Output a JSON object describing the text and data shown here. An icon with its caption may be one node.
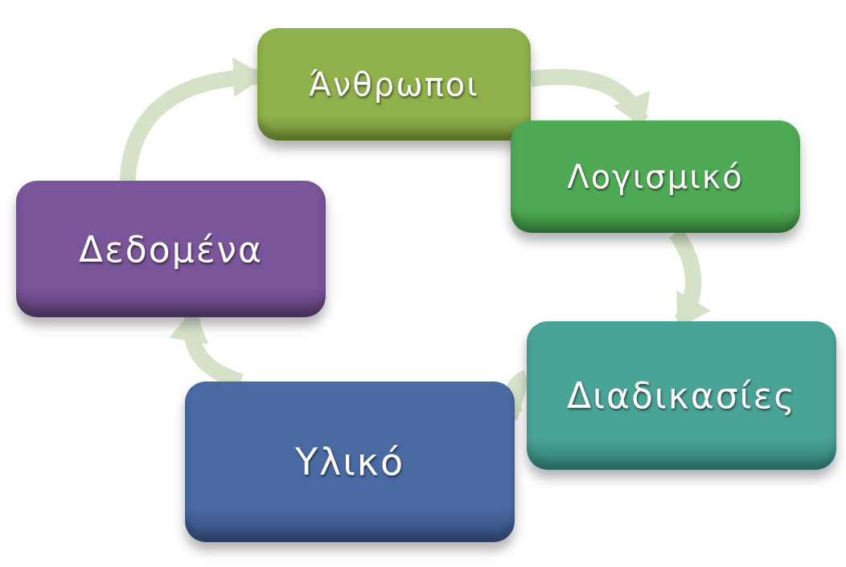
{
  "diagram": {
    "nodes": [
      {
        "text": [
          "Άνθρωποι"
        ]
      },
      {
        "text": [
          "Λογισμικό"
        ]
      },
      {
        "text": [
          "Δεδομένα"
        ]
      },
      {
        "text": [
          "Διαδικασίες"
        ]
      },
      {
        "text": [
          "Υλικό"
        ]
      }
    ],
    "edges": [
      {
        "from": 0,
        "to": 1,
        "arrow": "to"
      },
      {
        "from": 1,
        "to": 3,
        "arrow": "to"
      },
      {
        "from": 3,
        "to": 4,
        "arrow": "to"
      },
      {
        "from": 4,
        "to": 2,
        "arrow": "to"
      },
      {
        "from": 2,
        "to": 0,
        "arrow": "to"
      }
    ]
  }
}
